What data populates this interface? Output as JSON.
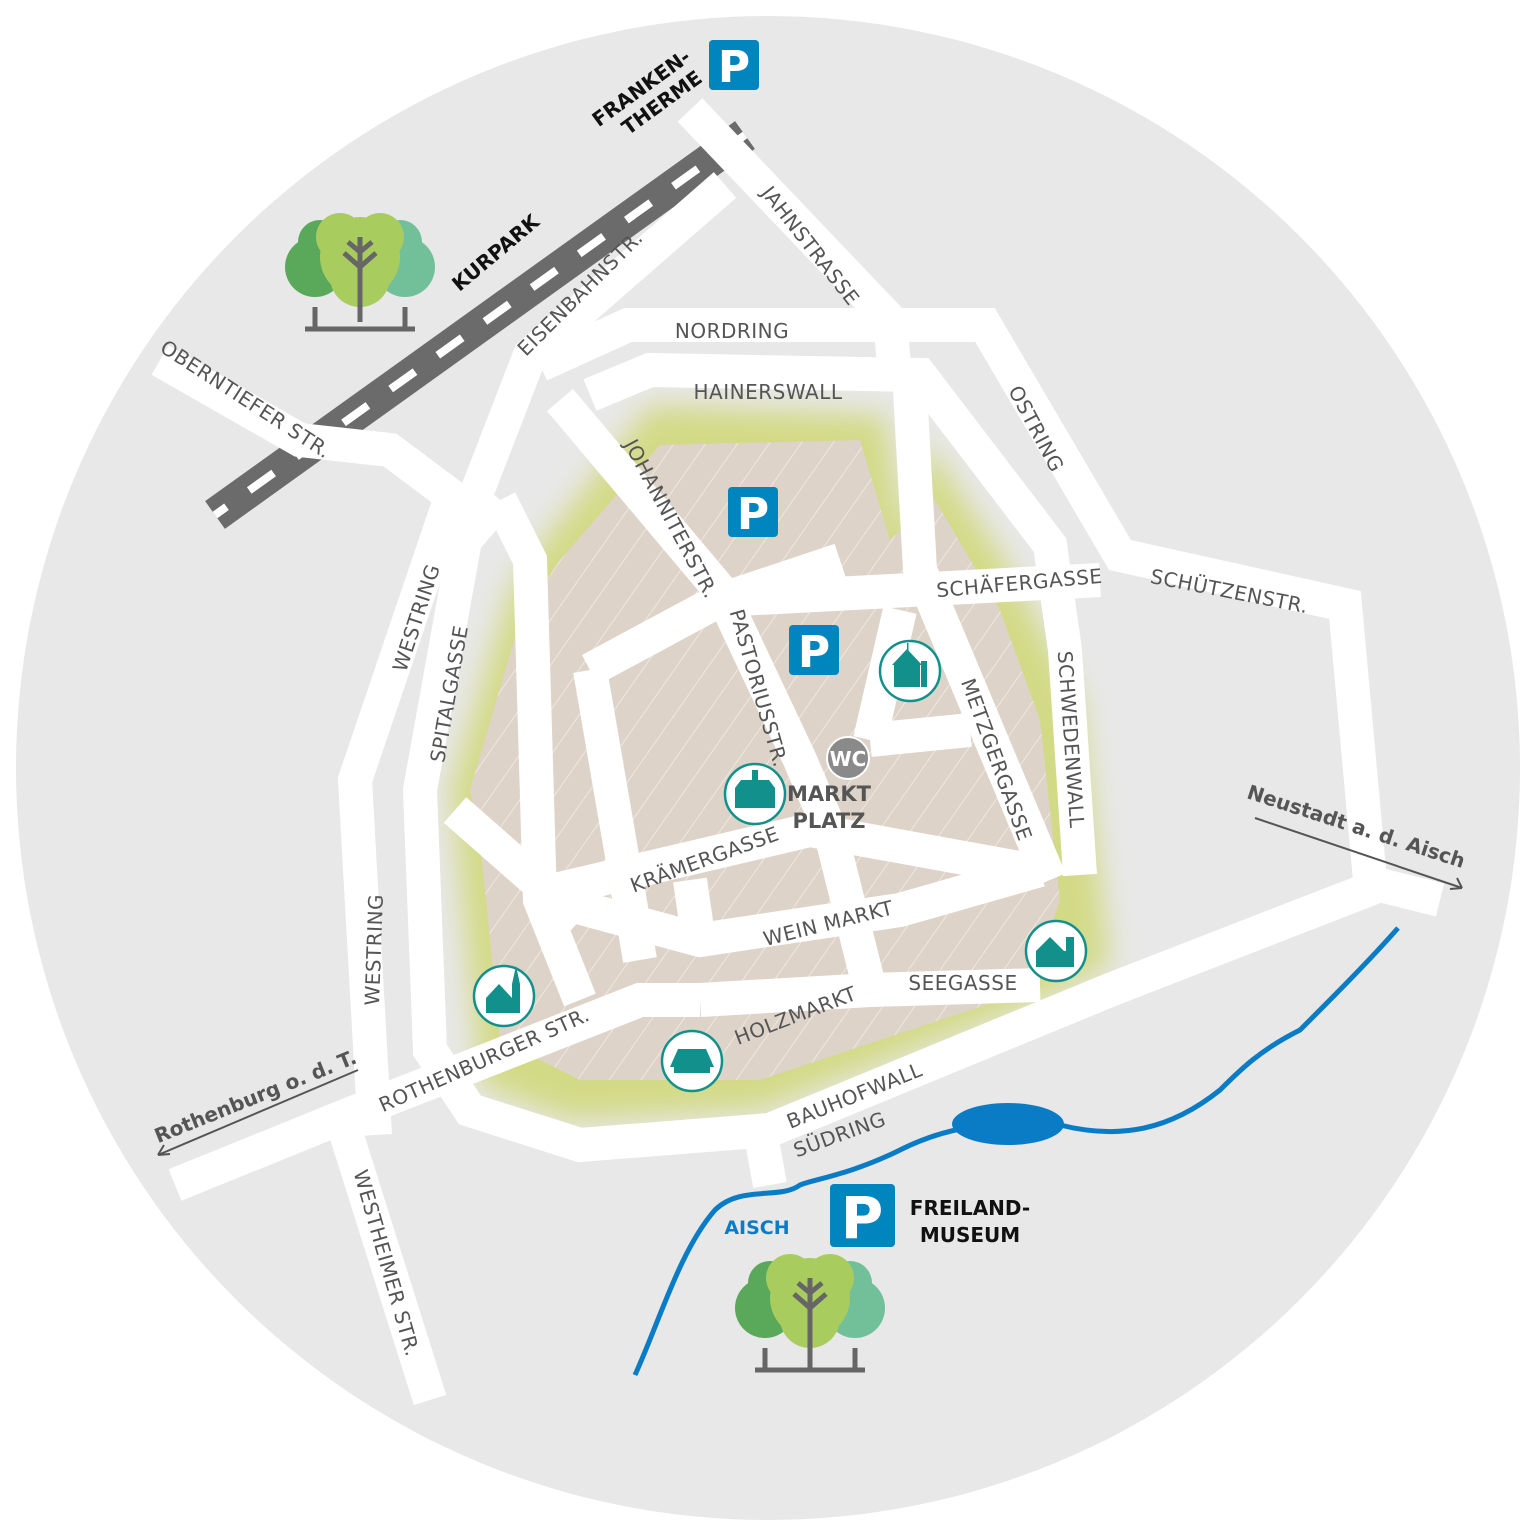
{
  "colors": {
    "background_circle": "#e8e8e8",
    "old_town": "#ddd3c8",
    "green_belt": "#d3da86",
    "road": "#ffffff",
    "parking": "#0085bf",
    "landmark": "#12908b",
    "river": "#0a7cc6",
    "railway": "#6b6b6b",
    "label": "#555555"
  },
  "streets": {
    "nordring": "NORDRING",
    "hainerswall": "HAINERSWALL",
    "jahnstrasse": "JAHNSTRASSE",
    "eisenbahnstr": "EISENBAHNSTR.",
    "oberntiefer": "OBERNTIEFER STR.",
    "ostring": "OSTRING",
    "schaefergasse": "SCHÄFERGASSE",
    "schuetzenstr": "SCHÜTZENSTR.",
    "johanniterstr": "JOHANNITERSTR.",
    "pastoriusstr": "PASTORIUSSTR.",
    "schwedenwall": "SCHWEDENWALL",
    "metzgergasse": "METZGERGASSE",
    "westring_north": "WESTRING",
    "spitalgasse": "SPITALGASSE",
    "westring_south": "WESTRING",
    "kraemergasse": "KRÄMERGASSE",
    "weinmarkt": "WEIN MARKT",
    "seegasse": "SEEGASSE",
    "holzmarkt": "HOLZMARKT",
    "rothenburger": "ROTHENBURGER STR.",
    "bauhofwall": "BAUHOFWALL",
    "suedring": "SÜDRING",
    "westheimer": "WESTHEIMER STR."
  },
  "directions": {
    "west": "Rothenburg o. d. T.",
    "east": "Neustadt a. d. Aisch"
  },
  "places": {
    "frankentherme_1": "FRANKEN-",
    "frankentherme_2": "THERME",
    "kurpark": "KURPARK",
    "freilandmuseum_1": "FREILAND-",
    "freilandmuseum_2": "MUSEUM",
    "marktplatz_1": "MARKT",
    "marktplatz_2": "PLATZ",
    "river": "AISCH"
  },
  "parking_label": "P",
  "wc_label": "WC",
  "icons": [
    "parking-icon",
    "tree-icon",
    "church-icon",
    "town-hall-icon",
    "gate-tower-icon",
    "chapel-icon",
    "farmhouse-museum-icon",
    "wc-icon",
    "arrow-left-icon",
    "arrow-right-icon"
  ]
}
